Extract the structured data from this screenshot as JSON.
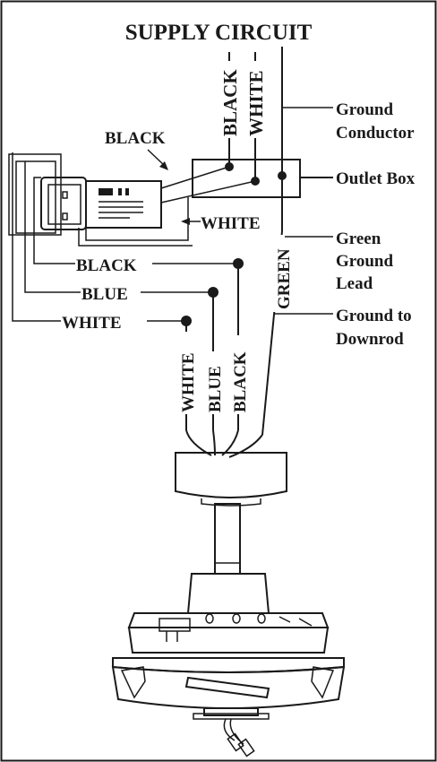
{
  "title": "SUPPLY CIRCUIT",
  "labels": {
    "supply_black": "BLACK",
    "supply_white": "WHITE",
    "ground_conductor_1": "Ground",
    "ground_conductor_2": "Conductor",
    "outlet_box": "Outlet Box",
    "receiver_black": "BLACK",
    "receiver_white": "WHITE",
    "green": "GREEN",
    "green_ground_1": "Green",
    "green_ground_2": "Ground",
    "green_ground_3": "Lead",
    "ground_downrod_1": "Ground to",
    "ground_downrod_2": "Downrod",
    "left_black": "BLACK",
    "left_blue": "BLUE",
    "left_white": "WHITE",
    "fan_white": "WHITE",
    "fan_blue": "BLUE",
    "fan_black": "BLACK"
  },
  "colors": {
    "line": "#1a1a1a",
    "background": "#ffffff"
  }
}
